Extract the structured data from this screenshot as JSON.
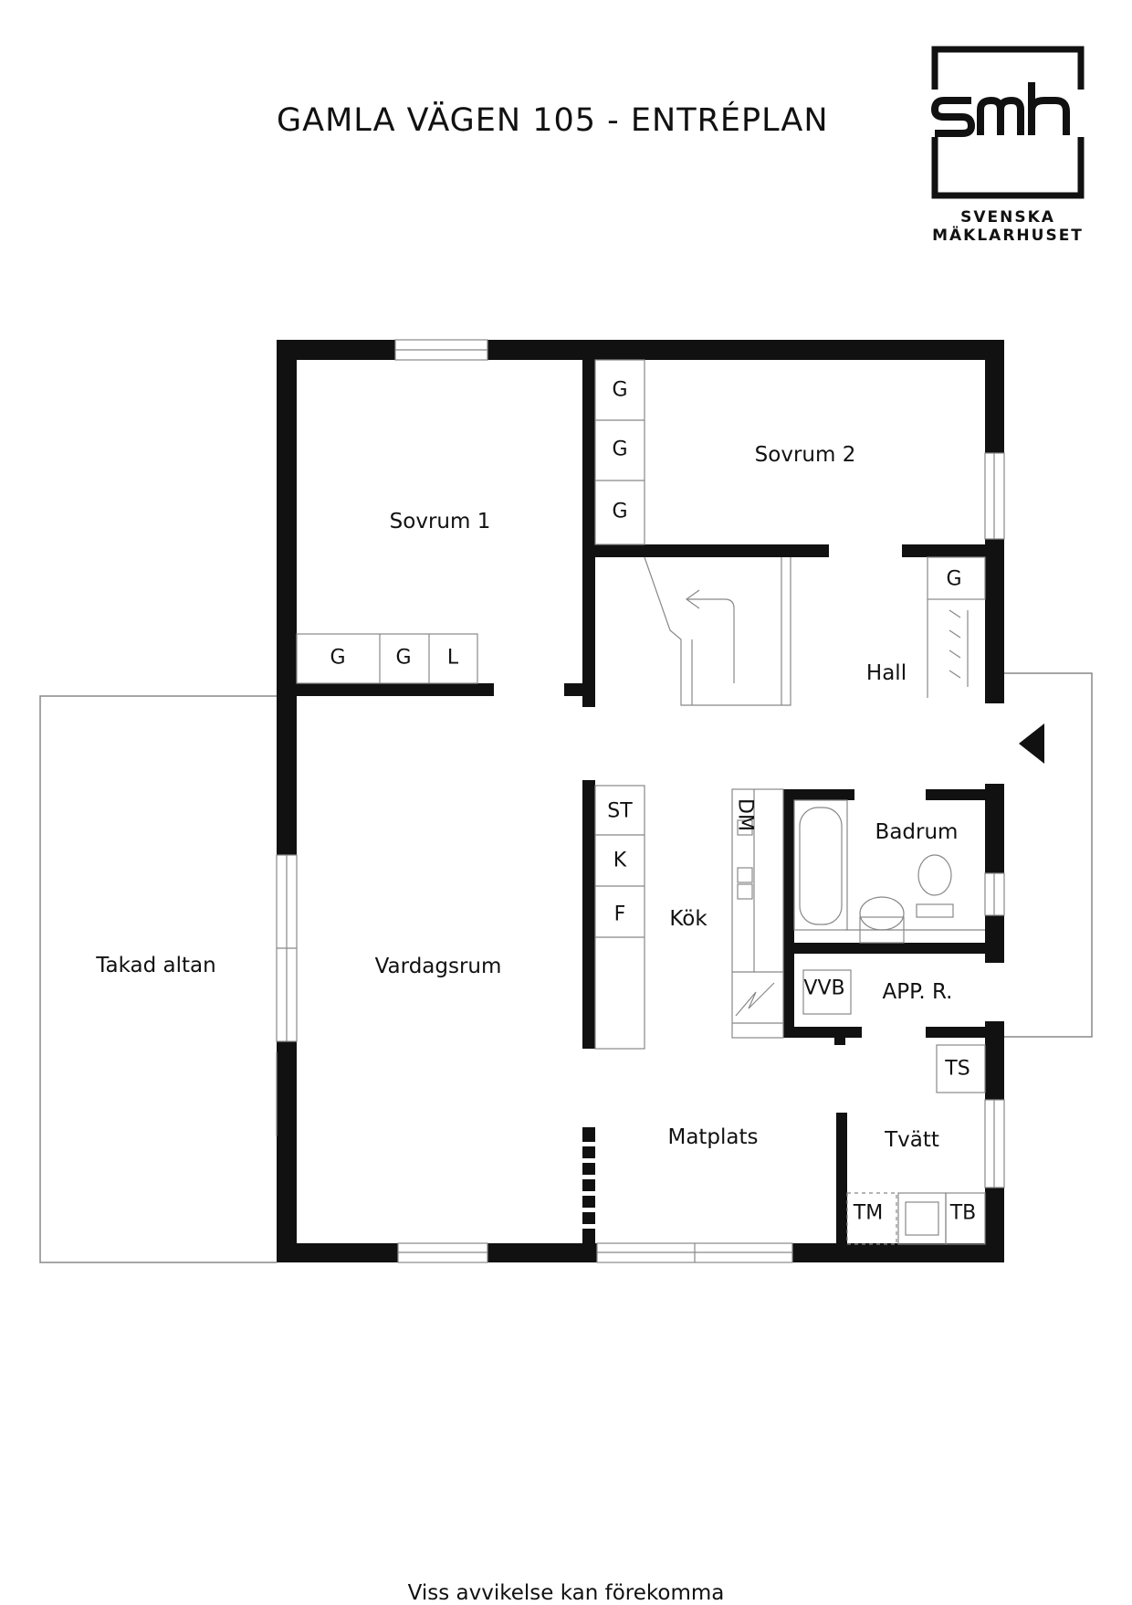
{
  "header": {
    "title": "GAMLA VÄGEN 105 - ENTRÉPLAN"
  },
  "logo": {
    "mark": "smh",
    "line1": "SVENSKA",
    "line2": "MÄKLARHUSET",
    "icon": "smh-logo"
  },
  "rooms": {
    "sovrum1": "Sovrum 1",
    "sovrum2": "Sovrum 2",
    "hall": "Hall",
    "badrum": "Badrum",
    "app_r": "APP. R.",
    "kok": "Kök",
    "vardagsrum": "Vardagsrum",
    "takad_altan": "Takad altan",
    "matplats": "Matplats",
    "tvatt": "Tvätt"
  },
  "fixtures": {
    "g1": "G",
    "g2": "G",
    "g3": "G",
    "g4": "G",
    "g5": "G",
    "g6": "G",
    "l": "L",
    "st": "ST",
    "k": "K",
    "f": "F",
    "dm": "DM",
    "vvb": "VVB",
    "ts": "TS",
    "tm": "TM",
    "tb": "TB"
  },
  "footer": {
    "disclaimer": "Viss avvikelse kan förekomma"
  }
}
